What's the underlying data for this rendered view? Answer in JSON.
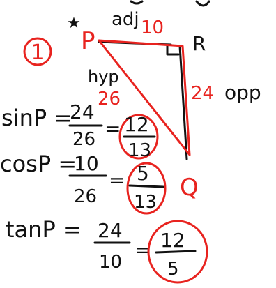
{
  "colors": {
    "ink": "#111111",
    "accent": "#e8231f"
  },
  "problem": {
    "number": "1",
    "star": "★",
    "triangle": {
      "vertex_p": "P",
      "vertex_r": "R",
      "vertex_q": "Q",
      "adj_label": "adj",
      "adj_value": "10",
      "opp_label": "opp",
      "opp_value": "24",
      "hyp_label": "hyp",
      "hyp_value": "26"
    },
    "sin": {
      "label": "sinP =",
      "num": "24",
      "den": "26",
      "eq": "=",
      "ans_num": "12",
      "ans_den": "13"
    },
    "cos": {
      "label": "cosP =",
      "num": "10",
      "den": "26",
      "eq": "=",
      "ans_num": "5",
      "ans_den": "13"
    },
    "tan": {
      "label": "tanP =",
      "num": "24",
      "den": "10",
      "eq": "=",
      "ans_num": "12",
      "ans_den": "5"
    }
  }
}
